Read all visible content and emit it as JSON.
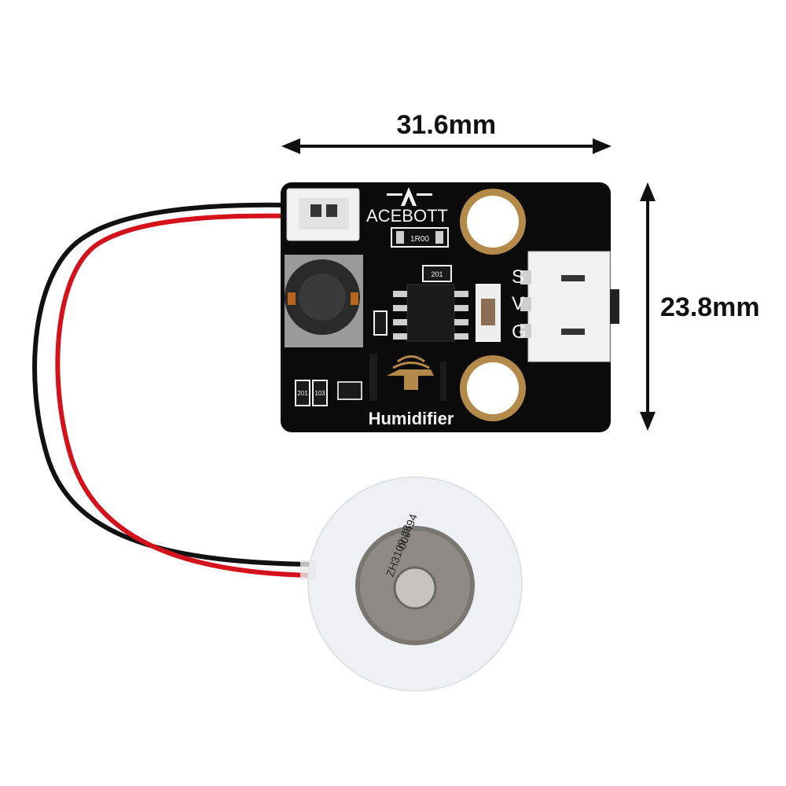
{
  "dimensions": {
    "width_label": "31.6mm",
    "height_label": "23.8mm"
  },
  "board": {
    "brand": "ACEBOTT",
    "product": "Humidifier",
    "pins": [
      "S",
      "V",
      "G"
    ],
    "markings": {
      "resistor": "1R00",
      "r2": "201",
      "r3": "201",
      "r4": "103"
    }
  },
  "disc": {
    "serial": "ZH3109 28",
    "code": "009494"
  },
  "colors": {
    "pcb": "#0b0b0b",
    "silkscreen": "#f2f2f2",
    "gold": "#b48a4a",
    "wire_red": "#d3121b",
    "wire_black": "#111111",
    "disc_outer": "#eef0f3",
    "disc_metal": "#7a7672"
  }
}
